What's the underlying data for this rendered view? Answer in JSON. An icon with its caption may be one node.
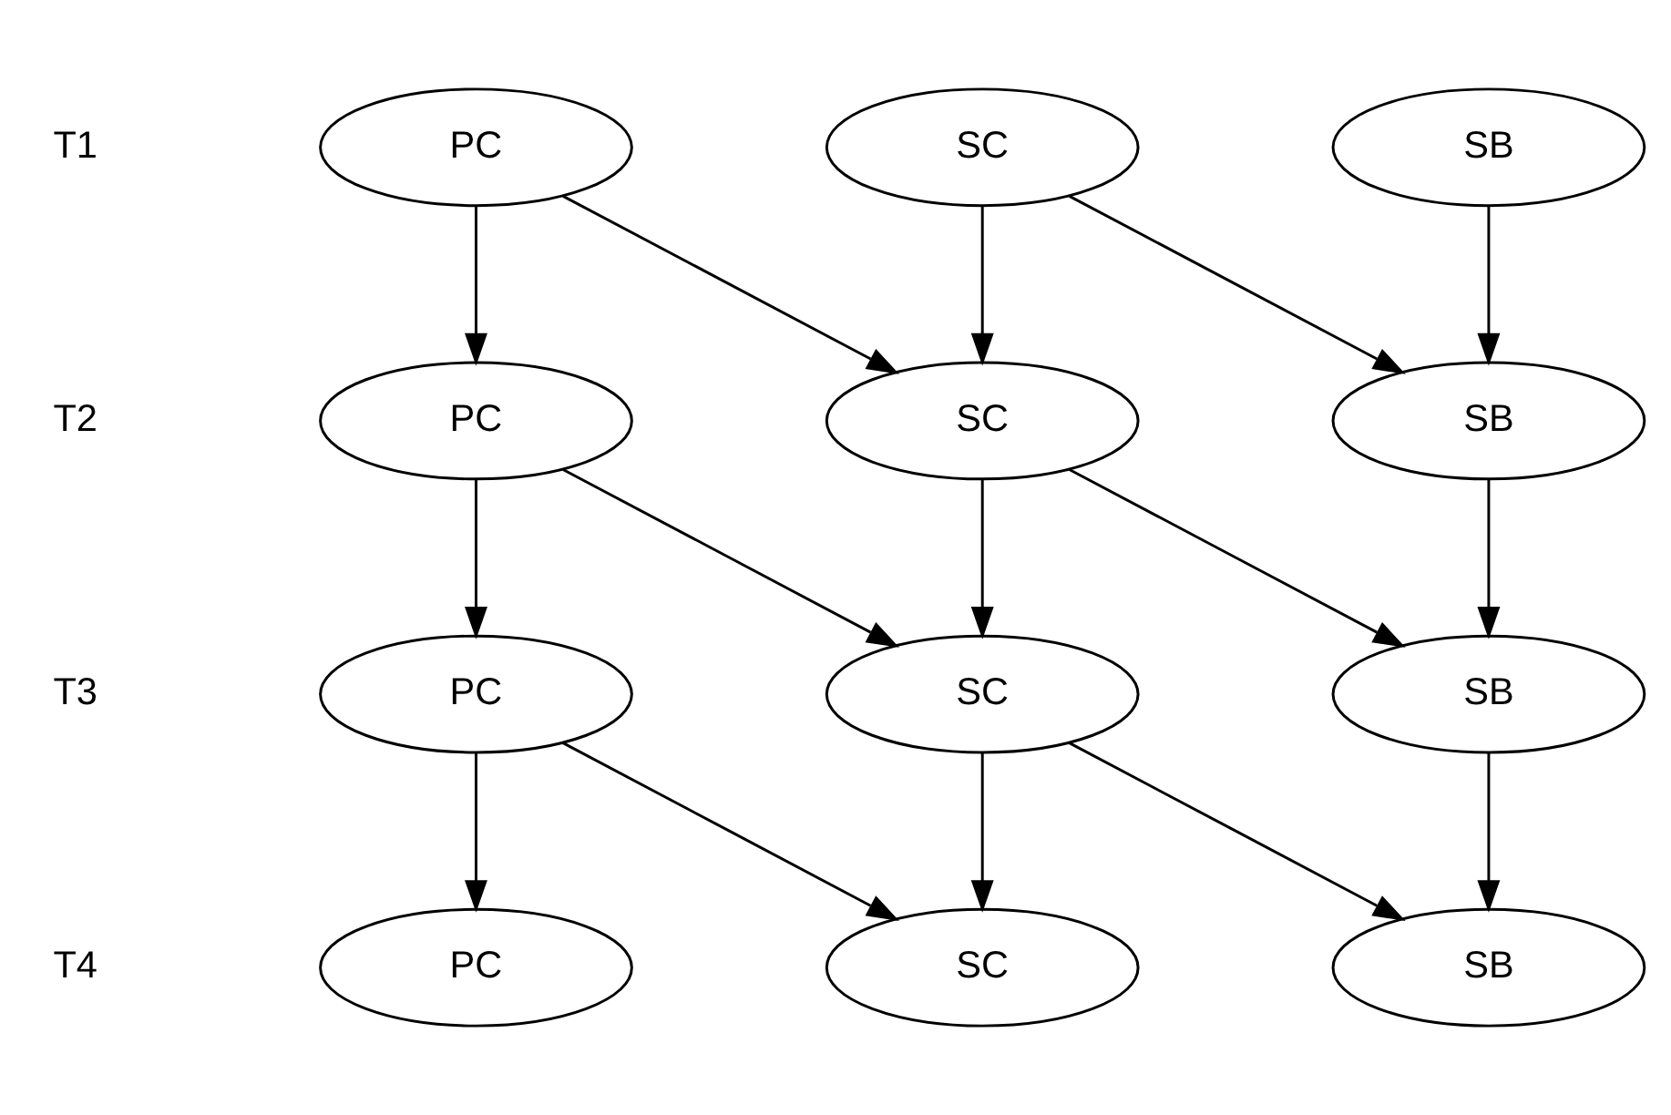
{
  "diagram": {
    "nodes": [
      {
        "text": [
          "PC"
        ]
      },
      {
        "text": [
          "SC"
        ]
      },
      {
        "text": [
          "SB"
        ]
      },
      {
        "text": [
          "PC"
        ]
      },
      {
        "text": [
          "SC"
        ]
      },
      {
        "text": [
          "SB"
        ]
      },
      {
        "text": [
          "PC"
        ]
      },
      {
        "text": [
          "SC"
        ]
      },
      {
        "text": [
          "SB"
        ]
      },
      {
        "text": [
          "PC"
        ]
      },
      {
        "text": [
          "SC"
        ]
      },
      {
        "text": [
          "SB"
        ]
      }
    ],
    "edges": [
      {
        "from": 0,
        "to": 3,
        "arrow": "to"
      },
      {
        "from": 0,
        "to": 4,
        "arrow": "to"
      },
      {
        "from": 1,
        "to": 4,
        "arrow": "to"
      },
      {
        "from": 1,
        "to": 5,
        "arrow": "to"
      },
      {
        "from": 2,
        "to": 5,
        "arrow": "to"
      },
      {
        "from": 3,
        "to": 6,
        "arrow": "to"
      },
      {
        "from": 3,
        "to": 7,
        "arrow": "to"
      },
      {
        "from": 4,
        "to": 7,
        "arrow": "to"
      },
      {
        "from": 4,
        "to": 8,
        "arrow": "to"
      },
      {
        "from": 5,
        "to": 8,
        "arrow": "to"
      },
      {
        "from": 6,
        "to": 9,
        "arrow": "to"
      },
      {
        "from": 6,
        "to": 10,
        "arrow": "to"
      },
      {
        "from": 7,
        "to": 10,
        "arrow": "to"
      },
      {
        "from": 7,
        "to": 11,
        "arrow": "to"
      },
      {
        "from": 8,
        "to": 11,
        "arrow": "to"
      }
    ],
    "labels": [
      "T1",
      "T2",
      "T3",
      "T4"
    ]
  }
}
